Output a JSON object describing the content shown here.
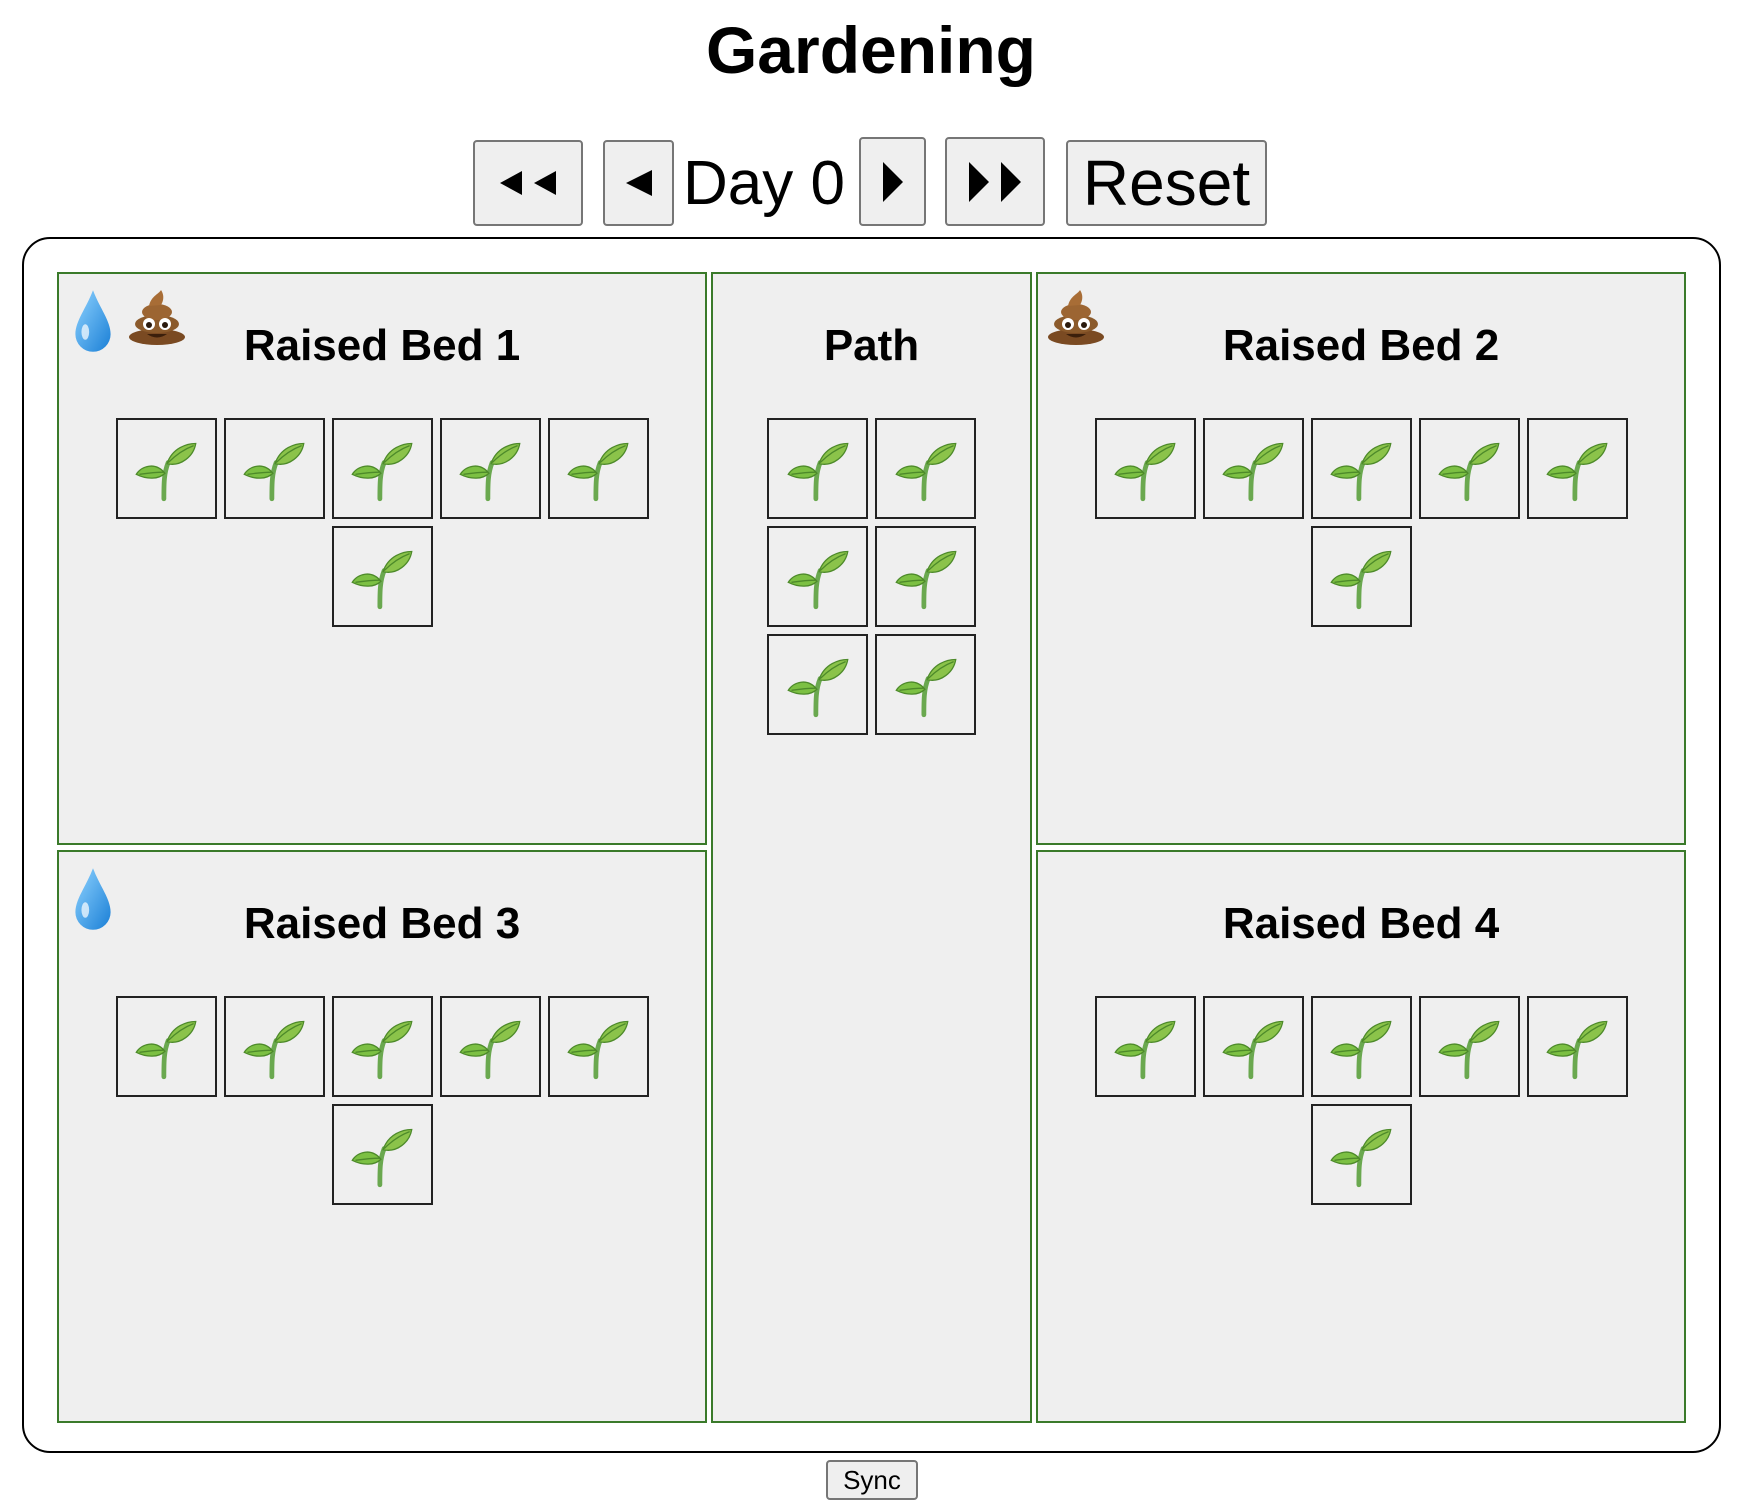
{
  "app": {
    "title": "Gardening"
  },
  "controls": {
    "day_label": "Day 0",
    "reset_label": "Reset",
    "sync_label": "Sync"
  },
  "colors": {
    "bed_border": "#3a7a2a",
    "bed_fill": "#efefef",
    "button_fill": "#efefef"
  },
  "beds": {
    "bed1": {
      "title": "Raised Bed 1",
      "icons": [
        "water-drop-icon",
        "compost-icon"
      ],
      "plants": [
        "seedling",
        "seedling",
        "seedling",
        "seedling",
        "seedling",
        "seedling"
      ]
    },
    "path": {
      "title": "Path",
      "icons": [],
      "plants": [
        "seedling",
        "seedling",
        "seedling",
        "seedling",
        "seedling",
        "seedling"
      ]
    },
    "bed2": {
      "title": "Raised Bed 2",
      "icons": [
        "compost-icon"
      ],
      "plants": [
        "seedling",
        "seedling",
        "seedling",
        "seedling",
        "seedling",
        "seedling"
      ]
    },
    "bed3": {
      "title": "Raised Bed 3",
      "icons": [
        "water-drop-icon"
      ],
      "plants": [
        "seedling",
        "seedling",
        "seedling",
        "seedling",
        "seedling",
        "seedling"
      ]
    },
    "bed4": {
      "title": "Raised Bed 4",
      "icons": [],
      "plants": [
        "seedling",
        "seedling",
        "seedling",
        "seedling",
        "seedling",
        "seedling"
      ]
    }
  }
}
